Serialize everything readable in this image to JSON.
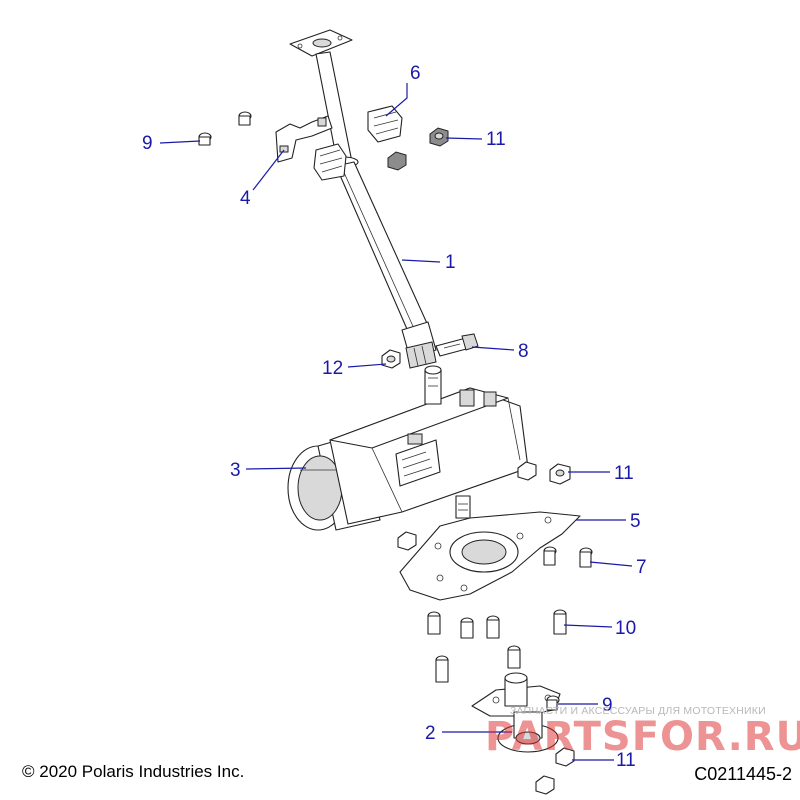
{
  "callouts": [
    {
      "id": "c1",
      "label": "1"
    },
    {
      "id": "c2",
      "label": "2"
    },
    {
      "id": "c3",
      "label": "3"
    },
    {
      "id": "c4",
      "label": "4"
    },
    {
      "id": "c5",
      "label": "5"
    },
    {
      "id": "c6",
      "label": "6"
    },
    {
      "id": "c7",
      "label": "7"
    },
    {
      "id": "c8",
      "label": "8"
    },
    {
      "id": "c9a",
      "label": "9"
    },
    {
      "id": "c9b",
      "label": "9"
    },
    {
      "id": "c10",
      "label": "10"
    },
    {
      "id": "c11a",
      "label": "11"
    },
    {
      "id": "c11b",
      "label": "11"
    },
    {
      "id": "c11c",
      "label": "11"
    },
    {
      "id": "c12",
      "label": "12"
    }
  ],
  "footer": {
    "copyright": "© 2020 Polaris Industries Inc.",
    "diagram_id": "C0211445-2"
  },
  "watermark": {
    "caption": "ЗАПЧАСТИ И АКСЕССУАРЫ ДЛЯ МОТОТЕХНИКИ",
    "logo": "PARTSFOR.RU"
  },
  "colors": {
    "callout": "#1a1aa8",
    "watermark_logo": "#dc2828"
  }
}
